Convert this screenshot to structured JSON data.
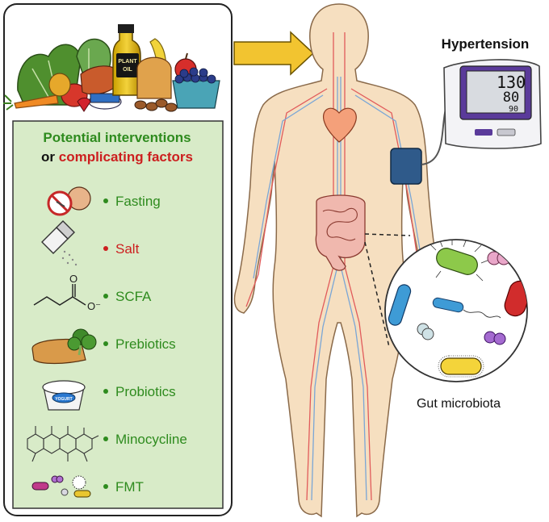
{
  "title": "Hypertension",
  "panel": {
    "heading_green": "Potential interventions",
    "heading_or": "or",
    "heading_red": "complicating factors",
    "items": [
      {
        "label": "Fasting",
        "color": "#2e8b1e",
        "icon": "no-eating-icon"
      },
      {
        "label": "Salt",
        "color": "#cc1f1f",
        "icon": "salt-shaker-icon"
      },
      {
        "label": "SCFA",
        "color": "#2e8b1e",
        "icon": "butyrate-molecule-icon"
      },
      {
        "label": "Prebiotics",
        "color": "#2e8b1e",
        "icon": "bread-broccoli-icon"
      },
      {
        "label": "Probiotics",
        "color": "#2e8b1e",
        "icon": "yogurt-cup-icon"
      },
      {
        "label": "Minocycline",
        "color": "#2e8b1e",
        "icon": "tetracycline-structure-icon"
      },
      {
        "label": "FMT",
        "color": "#2e8b1e",
        "icon": "bacteria-icon"
      }
    ]
  },
  "bp_monitor": {
    "systolic": "130",
    "diastolic": "80",
    "pulse": "90"
  },
  "labels": {
    "plant_oil": "PLANT OIL",
    "yogurt": "YOGURT",
    "gut": "Gut microbiota",
    "scfa_o": "O",
    "scfa_ominus": "O⁻"
  },
  "colors": {
    "green": "#2e8b1e",
    "red": "#cc1f1f",
    "panel_bg": "#d8ebc8",
    "arrow": "#f2c430",
    "skin": "#f6dfc0"
  }
}
